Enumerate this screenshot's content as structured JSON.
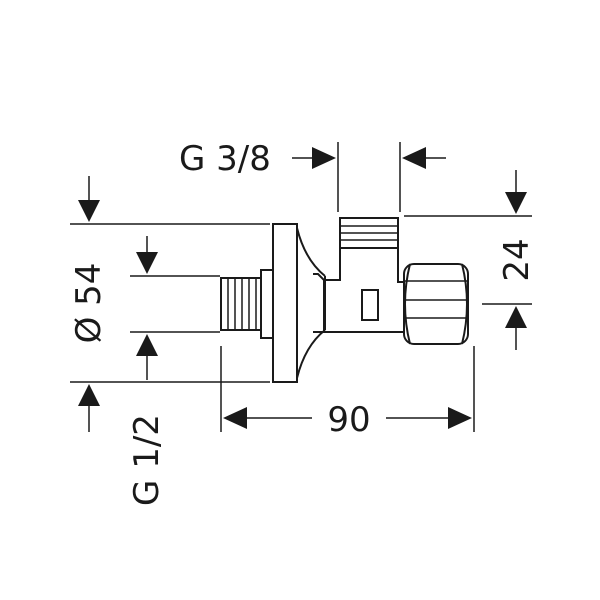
{
  "dimensions": {
    "thread_outlet": "G 3/8",
    "flange_diameter": "Ø 54",
    "thread_inlet": "G 1/2",
    "overall_length": "90",
    "outlet_height": "24"
  }
}
